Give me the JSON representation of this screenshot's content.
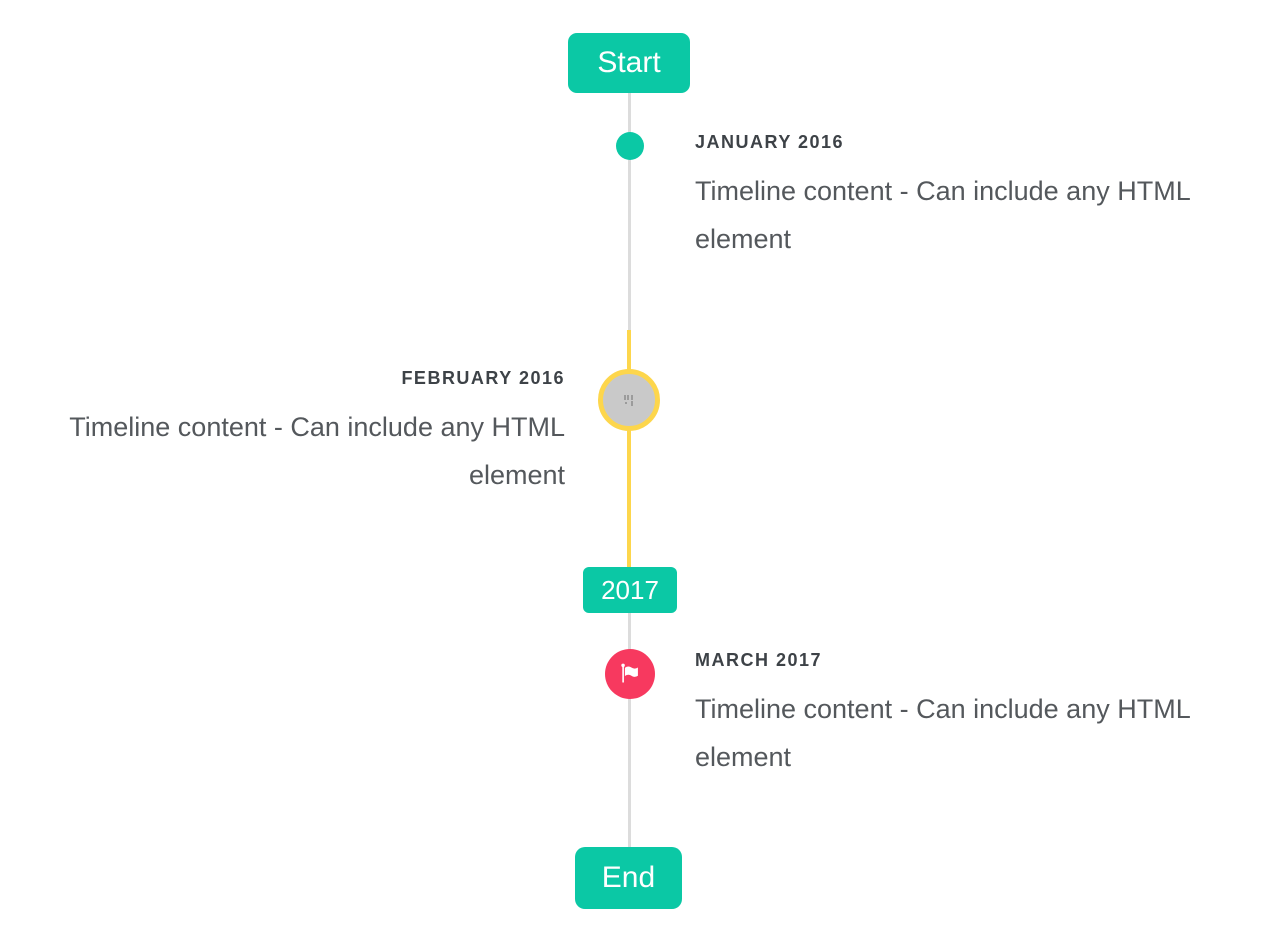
{
  "timeline": {
    "start_label": "Start",
    "end_label": "End",
    "year_badge_label": "2017",
    "items": [
      {
        "title": "JANUARY 2016",
        "content": "Timeline content - Can include any HTML element",
        "side": "right",
        "marker": "dot-icon"
      },
      {
        "title": "FEBRUARY 2016",
        "content": "Timeline content - Can include any HTML element",
        "side": "left",
        "marker": "broken-image-icon"
      },
      {
        "title": "MARCH 2017",
        "content": "Timeline content - Can include any HTML element",
        "side": "right",
        "marker": "flag-icon"
      }
    ],
    "colors": {
      "accent_teal": "#0bc8a5",
      "highlight_yellow": "#fdd64c",
      "flag_red": "#f7395f",
      "line_gray": "#dcdcdc",
      "marker_fill_gray": "#c9c9c9",
      "title_text": "#3d4247",
      "body_text": "#54585c"
    }
  }
}
